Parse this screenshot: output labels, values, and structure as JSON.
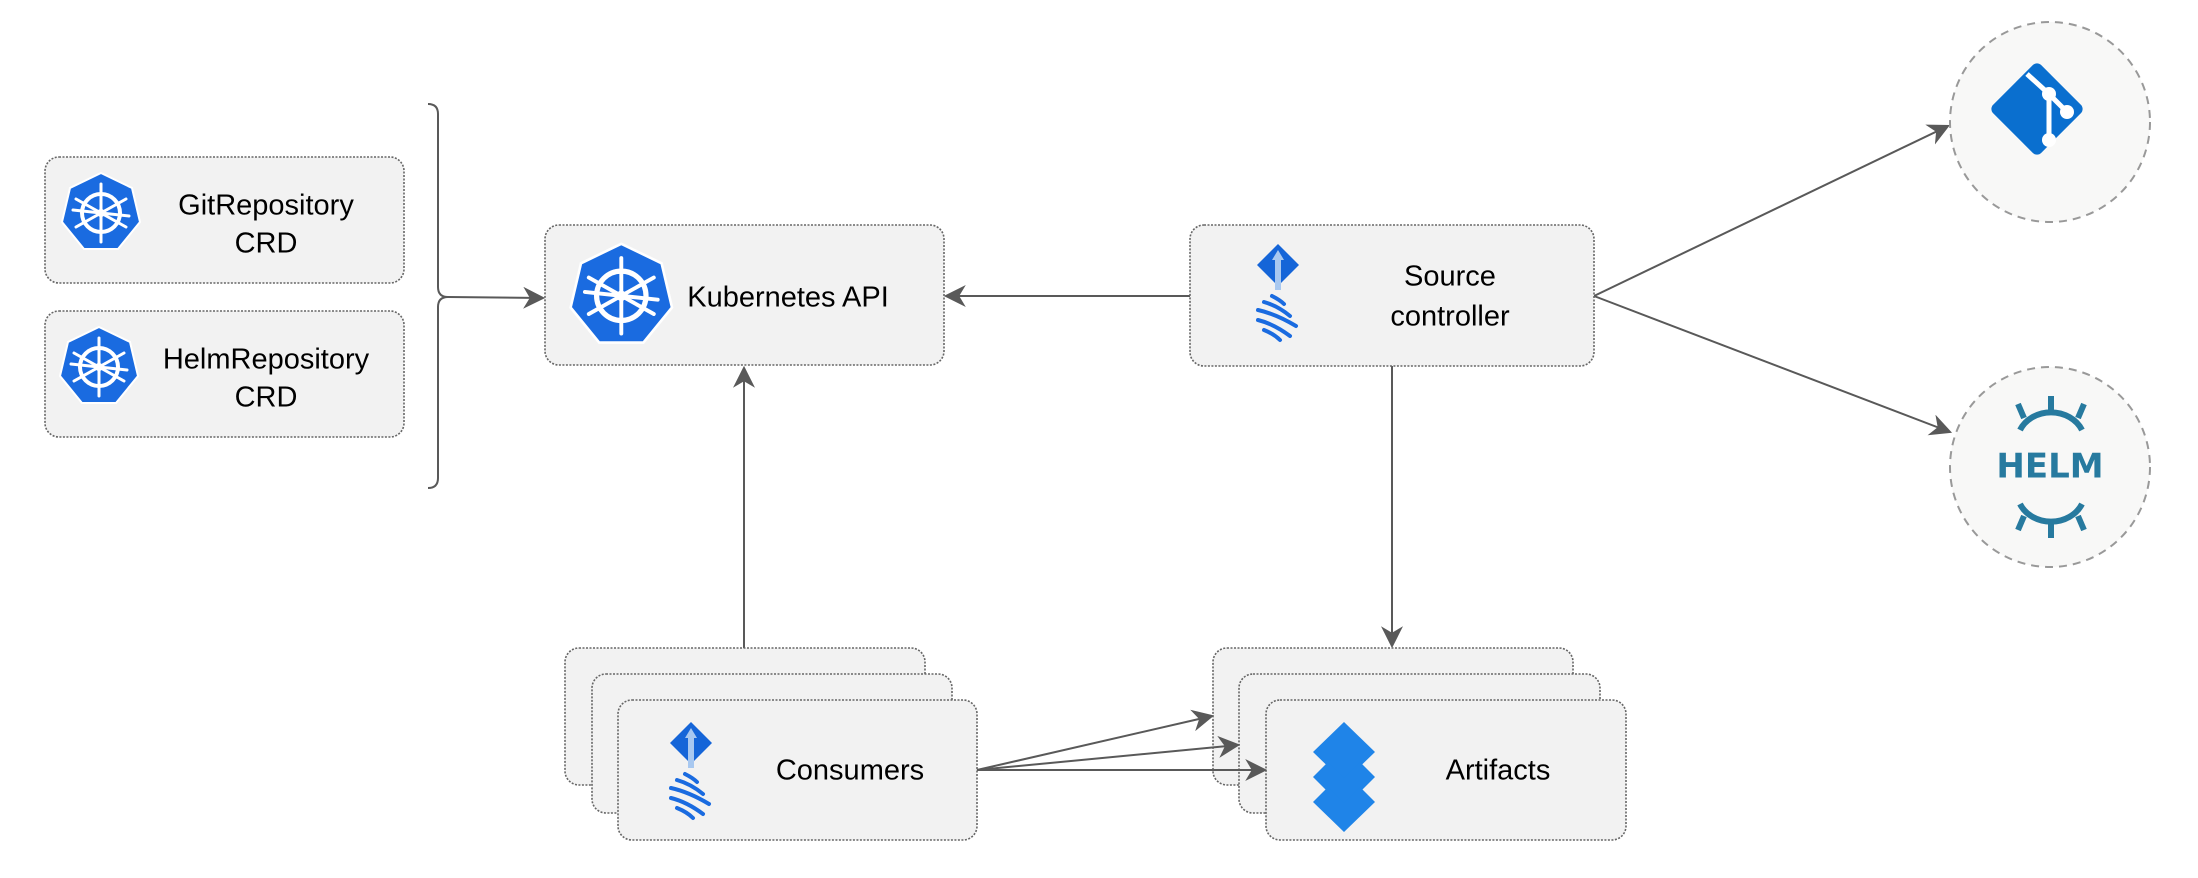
{
  "nodes": {
    "git_crd": {
      "line1": "GitRepository",
      "line2": "CRD",
      "icon": "kubernetes-icon"
    },
    "helm_crd": {
      "line1": "HelmRepository",
      "line2": "CRD",
      "icon": "kubernetes-icon"
    },
    "k8s_api": {
      "label": "Kubernetes API",
      "icon": "kubernetes-icon"
    },
    "source_controller": {
      "line1": "Source",
      "line2": "controller",
      "icon": "flux-icon"
    },
    "consumers": {
      "label": "Consumers",
      "icon": "flux-icon"
    },
    "artifacts": {
      "label": "Artifacts",
      "icon": "layers-icon"
    },
    "git": {
      "icon": "git-icon"
    },
    "helm": {
      "icon": "helm-icon",
      "logo_text": "HELM"
    }
  },
  "edges": [
    {
      "from": "CRDs",
      "to": "Kubernetes API"
    },
    {
      "from": "Source controller",
      "to": "Kubernetes API"
    },
    {
      "from": "Consumers",
      "to": "Kubernetes API"
    },
    {
      "from": "Source controller",
      "to": "Git"
    },
    {
      "from": "Source controller",
      "to": "Helm"
    },
    {
      "from": "Source controller",
      "to": "Artifacts"
    },
    {
      "from": "Consumers",
      "to": "Artifacts"
    }
  ],
  "colors": {
    "k8s_blue": "#1a6be0",
    "flux_blue": "#1565d8",
    "artifact_blue": "#1f84e8",
    "git_blue": "#0a6fcf",
    "helm_teal": "#277a9f",
    "edge": "#595959"
  }
}
